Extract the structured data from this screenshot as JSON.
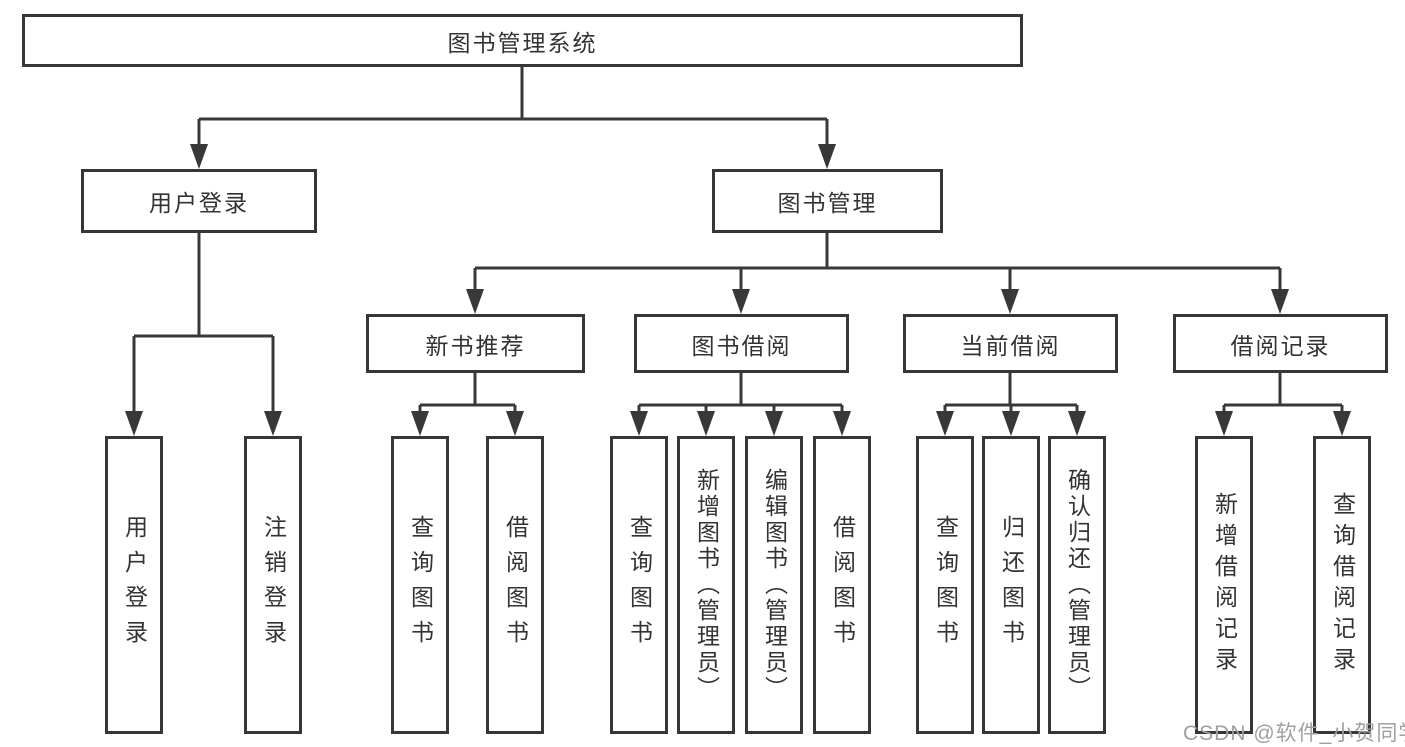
{
  "colors": {
    "line": "#383838",
    "box_border": "#363636",
    "text": "#333333",
    "watermark": "#a0a0a0",
    "background": "#ffffff"
  },
  "watermark": "CSDN @软件_小贺同学",
  "diagram": {
    "root": "图书管理系统",
    "user_login": "用户登录",
    "book_mgmt": "图书管理",
    "new_books": "新书推荐",
    "book_borrow": "图书借阅",
    "current_borrow": "当前借阅",
    "borrow_records": "借阅记录",
    "leaves_user_login": [
      "用户登录",
      "注销登录"
    ],
    "leaves_new_books": [
      "查询图书",
      "借阅图书"
    ],
    "leaves_book_borrow": [
      "查询图书",
      "新增图书（管理员）",
      "编辑图书（管理员）",
      "借阅图书"
    ],
    "leaves_current_borrow": [
      "查询图书",
      "归还图书",
      "确认归还（管理员）"
    ],
    "leaves_borrow_records": [
      "新增借阅记录",
      "查询借阅记录"
    ]
  }
}
